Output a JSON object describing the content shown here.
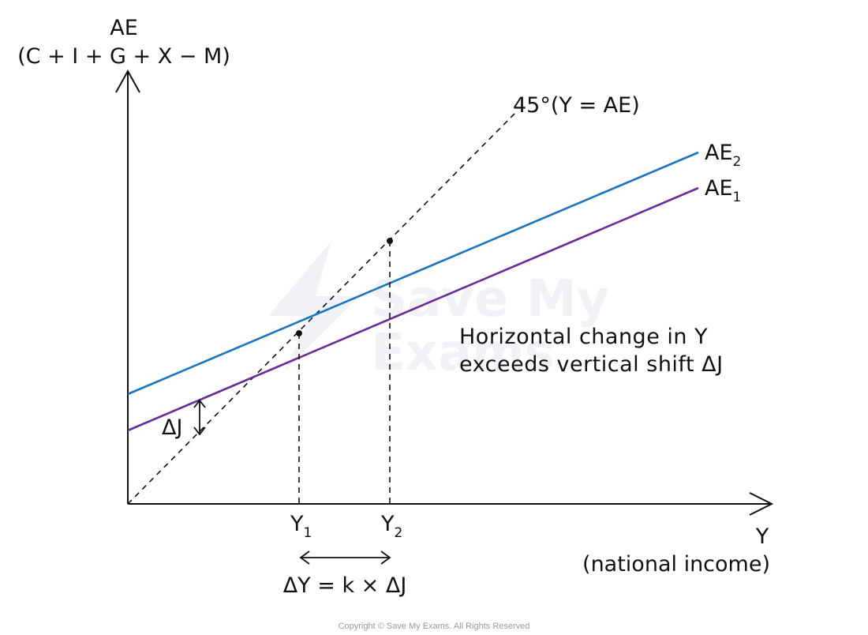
{
  "colors": {
    "axes": "#111111",
    "ae1": "#6a2b9a",
    "ae2": "#1a74c2",
    "watermark": "#d7dbe6"
  },
  "axes": {
    "y_title": "AE",
    "y_subtitle": "(C + I + G + X − M)",
    "x_title": "Y",
    "x_subtitle": "(national income)"
  },
  "lines": {
    "line_45": "45°(Y = AE)",
    "ae2_main": "AE",
    "ae2_sub": "2",
    "ae1_main": "AE",
    "ae1_sub": "1"
  },
  "points": {
    "y1_main": "Y",
    "y1_sub": "1",
    "y2_main": "Y",
    "y2_sub": "2"
  },
  "annotations": {
    "delta_j": "ΔJ",
    "delta_y": "ΔY = k × ΔJ",
    "note_line1": "Horizontal change in Y",
    "note_line2": "exceeds vertical shift ΔJ"
  },
  "watermark": {
    "line1": "Save My",
    "line2": "Exams"
  },
  "footer": {
    "copyright": "Copyright © Save My Exams. All Rights Reserved"
  }
}
